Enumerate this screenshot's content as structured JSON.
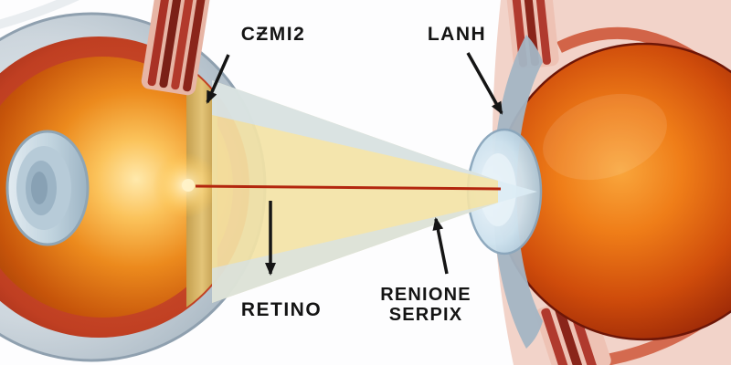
{
  "diagram": {
    "labels": {
      "top_left": "CƵMI2",
      "top_right": "LANH",
      "bottom_left": "RETINO",
      "bottom_right_line1": "RENIONE",
      "bottom_right_line2": "SERPIX"
    },
    "palette": {
      "beam_yellow": "#f3e3a6",
      "beam_blue": "#d3e2ef",
      "axis_red": "#b3260e",
      "eye_orange": "#ef7d18",
      "eye_deep_red": "#801c05",
      "sclera_gray": "#cdd6dd",
      "choroid_red": "#c03f22",
      "retina_tan": "#e3c478",
      "lens_blue": "#cfe3ef",
      "muscle_red": "#a93226",
      "tissue_pink": "#f2d3c9",
      "label_color": "#141414",
      "background": "#fdfdfe"
    }
  }
}
